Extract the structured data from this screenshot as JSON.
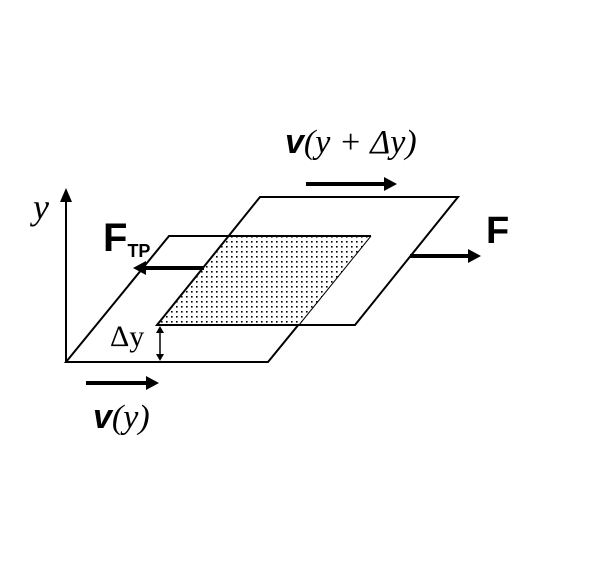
{
  "diagram": {
    "labels": {
      "y_axis": "y",
      "delta_y": "Δy",
      "velocity_top_symbol": "v",
      "velocity_top_arg": "(y + Δy)",
      "velocity_bottom_symbol": "v",
      "velocity_bottom_arg": "(y)",
      "force_main": "F",
      "force_friction_symbol": "F",
      "force_friction_subscript": "ТР"
    },
    "colors": {
      "stroke": "#000000",
      "background": "#ffffff"
    }
  }
}
